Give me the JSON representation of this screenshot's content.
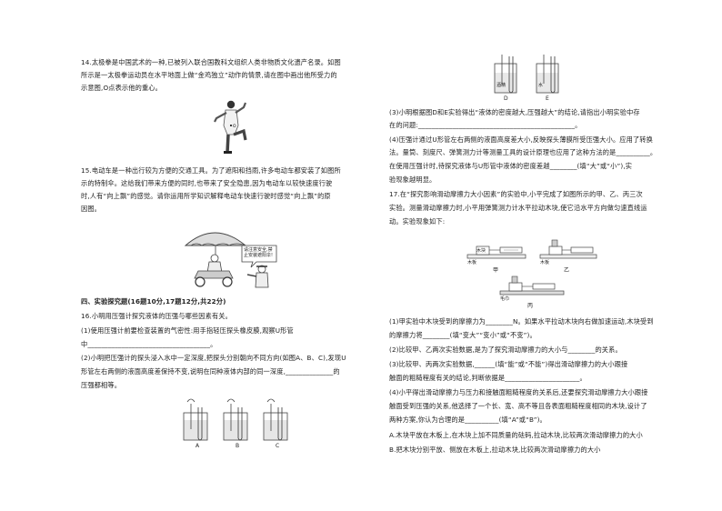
{
  "left": {
    "q14": {
      "line1": "14.太极拳是中国武术的一种,已被列入联合国教科文组织人类非物质文化遗产名录。如图",
      "line2": "所示是一太极拳运动员在水平地面上做“金鸡独立”动作的情景,请在图中画出他所受力的",
      "line3": "示意图,O点表示他的重心。"
    },
    "q15": {
      "line1": "15.电动车是一种出行较为方便的交通工具。为了遮阳和挡雨,许多电动车都安装了如图所",
      "line2": "示的特制伞。这给我们带来方便的同时,也带来了安全隐患,因为电动车以较快速度行驶",
      "line3": "时,人有“向上飘”的感觉。请你运用所学知识解释电动车快速行驶时感觉“向上飘”的原",
      "line4": "因图。",
      "bubble": "请注意安全,禁止安装遮阳伞!"
    },
    "section4": "四、实验探究题(16题10分,17题12分,共22分)",
    "q16": {
      "intro": "16.小明用压强计探究液体的压强与哪些因素有关。",
      "p1a": "(1)使用压强计前要检查装置的气密性:用手指轻压探头橡皮膜,观察U形管",
      "p1b": "中____________________________________。",
      "p2a": "(2)小明把压强计的探头浸入水中一定深度,把探头分别朝向不同方向(如图A、B、C),发现U",
      "p2b": "形管左右两侧的液面高度差保持不变,说明在同种液体内部的同一深度,______________的",
      "p2c": "压强都相等。",
      "labels": [
        "A",
        "B",
        "C"
      ]
    }
  },
  "right": {
    "topfig_labels": [
      "D",
      "E"
    ],
    "topfig_liquids": [
      "酒精",
      "水"
    ],
    "q16": {
      "p3a": "(3)小明根据图D和E实验得出“液体的密度越大,压强越大”的结论,请指出小明实验中存",
      "p3b": "在的问题:______________________________________________。",
      "p4a": "(4)压强计通过U形管左右两侧的液面高度差大小,反映探头薄膜所受压强大小。应用了转换",
      "p4b": "法。量筒、刻度尺、弹簧测力计等测量工具的设计原理也应用了这种方法的是__________。",
      "p4c": "在使用压强计时,待探究液体与U形管中液体的密度差越________(填“大”或“小”),实",
      "p4d": "验现象越明显。"
    },
    "q17": {
      "l1": "17.在“探究影响滑动摩擦力大小因素”的实验中,小平完成了如图所示的甲、乙、丙三次",
      "l2": "实验。测量滑动摩擦力时,小平用弹簧测力计水平拉动木块,使它沿水平方向做匀速直线运",
      "l3": "动。实验现象如下:",
      "fig_labels": [
        "木块",
        "木板",
        "甲",
        "木板",
        "乙",
        "毛巾",
        "丙"
      ],
      "p1a": "(1)甲实验中木块受到的摩擦力为________N。如果水平拉动木块向右做加速运动,木块受到",
      "p1b": "的摩擦力将________(填“变大”“变小”或“不变”)。",
      "p2": "(2)比较甲、乙两次实验数据,是为了探究滑动摩擦力的大小与________的关系。",
      "p3a": "(3)比较甲、丙两次实验数据,______(填“能”或“不能”)得出滑动摩擦力的大小跟接",
      "p3b": "触面的粗糙程度有关的结论,判断依据是______________________。",
      "p4a": "(4)小平得出滑动摩擦力与压力和接触面粗糙程度的关系后,还要探究滑动摩擦力大小跟接",
      "p4b": "触面受到压强的关系,他选择了一个长、宽、高不等且各表面粗糙程度相同的木块,设计了",
      "p4c": "两种方案,你认为合理的是__________(填“A”或“B”)。",
      "optA": "A.木块平放在木板上,在木块上加不同质量的砝码,拉动木块,比较两次滑动摩擦力的大小",
      "optB": "B.把木块分别平放、侧放在木板上,拉动木块,比较两次滑动摩擦力的大小"
    }
  }
}
